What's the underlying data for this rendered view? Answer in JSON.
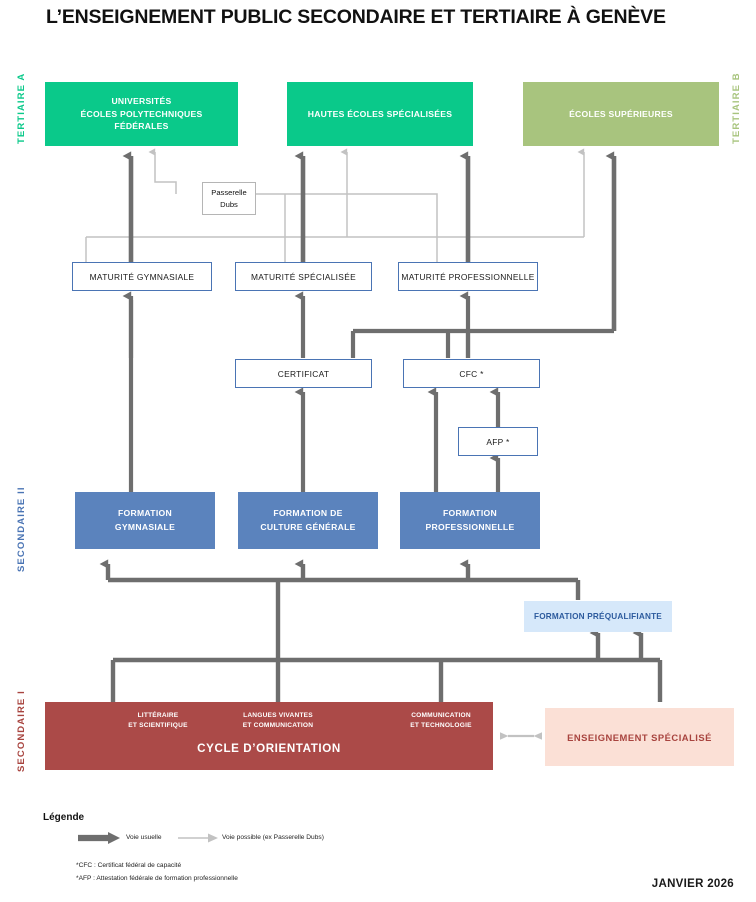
{
  "title": "L’ENSEIGNEMENT PUBLIC SECONDAIRE ET TERTIAIRE À GENÈVE",
  "date_stamp": "JANVIER 2026",
  "colors": {
    "tertiaire_a_green": "#0ac98a",
    "tertiaire_b_sage": "#a8c47e",
    "secondaire_ii_blue": "#5b83bd",
    "outline_blue": "#4a74b4",
    "prequalifiante_blue": "#d6e8fa",
    "cycle_orientation_red": "#ab4a48",
    "enseignement_specialise_pink": "#fbe0d6",
    "arrow_usual_gray": "#6e6e6e",
    "arrow_possible_gray": "#c2c2c2"
  },
  "side_labels": {
    "tertiaire_a": "TERTIAIRE A",
    "tertiaire_b": "TERTIAIRE B",
    "secondaire_ii": "SECONDAIRE II",
    "secondaire_i": "SECONDAIRE I"
  },
  "tertiary": [
    {
      "id": "universites",
      "lines": [
        "UNIVERSITÉS",
        "ÉCOLES POLYTECHNIQUES",
        "FÉDÉRALES"
      ]
    },
    {
      "id": "hes",
      "lines": [
        "HAUTES ÉCOLES SPÉCIALISÉES"
      ]
    },
    {
      "id": "ecoles-superieures",
      "lines": [
        "ÉCOLES SUPÉRIEURES"
      ]
    }
  ],
  "passerelle": {
    "lines": [
      "Passerelle",
      "Dubs"
    ]
  },
  "maturites": [
    {
      "id": "maturite-gymnasiale",
      "label": "MATURITÉ GYMNASIALE"
    },
    {
      "id": "maturite-specialisee",
      "label": "MATURITÉ SPÉCIALISÉE"
    },
    {
      "id": "maturite-professionnelle",
      "label": "MATURITÉ PROFESSIONNELLE"
    }
  ],
  "certifications": [
    {
      "id": "certificat",
      "label": "CERTIFICAT"
    },
    {
      "id": "cfc",
      "label": "CFC *"
    },
    {
      "id": "afp",
      "label": "AFP *"
    }
  ],
  "formations": [
    {
      "id": "formation-gymnasiale",
      "lines": [
        "FORMATION",
        "GYMNASIALE"
      ]
    },
    {
      "id": "formation-culture-generale",
      "lines": [
        "FORMATION DE",
        "CULTURE GÉNÉRALE"
      ]
    },
    {
      "id": "formation-professionnelle",
      "lines": [
        "FORMATION",
        "PROFESSIONNELLE"
      ]
    }
  ],
  "prequalifiante": {
    "label": "FORMATION PRÉQUALIFIANTE"
  },
  "cycle_orientation": {
    "main_label": "CYCLE D’ORIENTATION",
    "options": [
      {
        "id": "litteraire-scientifique",
        "lines": [
          "LITTÉRAIRE",
          "ET SCIENTIFIQUE"
        ]
      },
      {
        "id": "langues-vivantes",
        "lines": [
          "LANGUES VIVANTES",
          "ET COMMUNICATION"
        ]
      },
      {
        "id": "communication-technologie",
        "lines": [
          "COMMUNICATION",
          "ET TECHNOLOGIE"
        ]
      }
    ]
  },
  "enseignement_specialise": {
    "label": "ENSEIGNEMENT SPÉCIALISÉ"
  },
  "legend": {
    "title": "Légende",
    "usual": "Voie usuelle",
    "possible": "Voie possible  (ex Passerelle Dubs)",
    "notes": [
      "*CFC : Certificat fédéral de capacité",
      "*AFP : Attestation fédérale de formation professionnelle"
    ]
  }
}
